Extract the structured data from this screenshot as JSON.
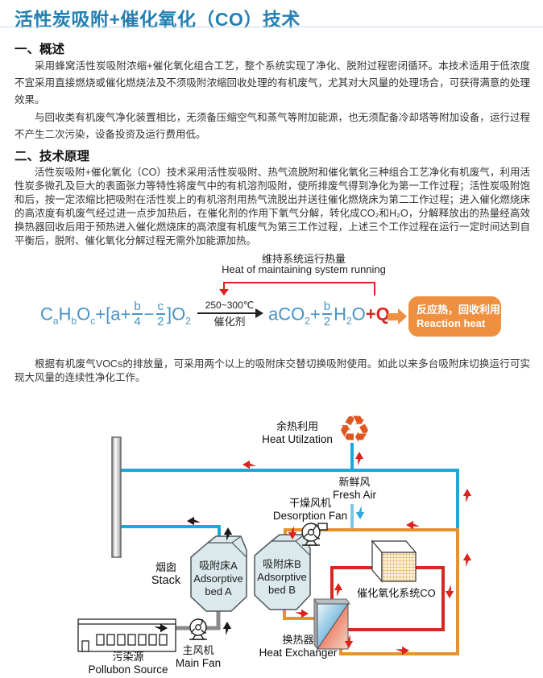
{
  "page": {
    "title": "活性炭吸附+催化氧化（CO）技术"
  },
  "sections": [
    {
      "heading": "一、概述",
      "paragraphs": [
        "采用蜂窝活性炭吸附浓缩+催化氧化组合工艺，整个系统实现了净化、脱附过程密闭循环。本技术适用于低浓度不宜采用直接燃烧或催化燃烧法及不须吸附浓缩回收处理的有机废气，尤其对大风量的处理场合，可获得满意的处理效果。",
        "与回收类有机废气净化装置相比，无须备压缩空气和蒸气等附加能源，也无须配备冷却塔等附加设备，运行过程不产生二次污染，设备投资及运行费用低。"
      ]
    },
    {
      "heading": "二、技术原理",
      "paragraphs": [
        "活性炭吸附+催化氧化（CO）技术采用活性炭吸附、热气流脱附和催化氧化三种组合工艺净化有机废气，利用活性炭多微孔及巨大的表面张力等特性将废气中的有机溶剂吸附，使所排废气得到净化为第一工作过程；活性炭吸附饱和后，按一定浓缩比把吸附在活性炭上的有机溶剂用热气流脱出并送往催化燃烧床为第二工作过程；进入催化燃烧床的高浓度有机废气经过进一点步加热后，在催化剂的作用下氧气分解，转化成CO₂和H₂O，分解释放出的热量经高效换热器回收后用于预热进入催化燃烧床的高浓度有机废气为第三工作过程，上述三个工作过程在运行一定时间达到自平衡后，脱附、催化氧化分解过程无需外加能源加热。"
      ]
    }
  ],
  "note_paragraph": "根据有机废气VOCs的排放量，可采用两个以上的吸附床交替切换吸附使用。如此以来多台吸附床切换运行可实现大风量的连续性净化工作。",
  "formula": {
    "annotation_zh": "维持系统运行热量",
    "annotation_en": "Heat of maintaining system running",
    "condition_top": "250~300℃",
    "condition_bottom": "催化剂",
    "lhs_tokens": [
      {
        "txt": "C"
      },
      {
        "sub": "a"
      },
      {
        "txt": "H"
      },
      {
        "sub": "b"
      },
      {
        "txt": "O"
      },
      {
        "sub": "c"
      },
      {
        "txt": "+[a+"
      },
      {
        "frac": [
          "b",
          "4"
        ]
      },
      {
        "txt": "−"
      },
      {
        "frac": [
          "c",
          "2"
        ]
      },
      {
        "txt": "]O"
      },
      {
        "sub": "2"
      }
    ],
    "rhs_tokens": [
      {
        "txt": "aCO"
      },
      {
        "sub": "2"
      },
      {
        "txt": "+"
      },
      {
        "frac": [
          "b",
          "2"
        ]
      },
      {
        "txt": "H"
      },
      {
        "sub": "2"
      },
      {
        "txt": "O"
      },
      {
        "red": "+Q"
      }
    ],
    "result_line1": "反应热，回收利用",
    "result_line2": "Reaction heat"
  },
  "diagram": {
    "recycle_icon": "♻",
    "heat_util_zh": "余热利用",
    "heat_util_en": "Heat Utilzation",
    "fresh_air_zh": "新鲜风",
    "fresh_air_en": "Fresh Air",
    "desorption_fan_zh": "干燥风机",
    "desorption_fan_en": "Desorption Fan",
    "stack_zh": "烟囱",
    "stack_en": "Stack",
    "bed_a_zh": "吸附床A",
    "bed_a_en1": "Adsorptive",
    "bed_a_en2": "bed A",
    "bed_b_zh": "吸附床B",
    "bed_b_en1": "Adsorptive",
    "bed_b_en2": "bed B",
    "catalytic_label": "催化氧化系统CO",
    "heat_exchanger_zh": "换热器",
    "heat_exchanger_en": "Heat Exchanger",
    "main_fan_zh": "主风机",
    "main_fan_en": "Main Fan",
    "pollution_zh": "污染源",
    "pollution_en": "Pollubon Source"
  },
  "colors": {
    "title_blue": "#2580b2",
    "formula_blue": "#4793c6",
    "accent_red": "#d9251d",
    "box_orange": "#ef9040",
    "pipe_blue": "#1ca9d9",
    "pipe_orange": "#e8922e",
    "pipe_gray": "#8a8a8a"
  }
}
